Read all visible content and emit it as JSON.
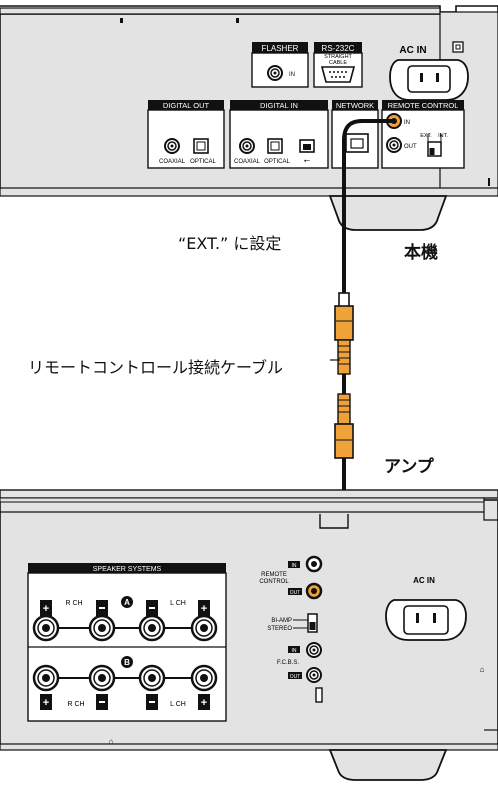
{
  "top_device": {
    "ac_in": "AC IN",
    "flasher": {
      "title": "FLASHER",
      "in": "IN"
    },
    "rs232c": {
      "title": "RS-232C",
      "sub1": "STRAIGHT",
      "sub2": "CABLE"
    },
    "digital_out": {
      "title": "DIGITAL OUT",
      "coaxial": "COAXIAL",
      "optical": "OPTICAL"
    },
    "digital_in": {
      "title": "DIGITAL IN",
      "coaxial": "COAXIAL",
      "optical": "OPTICAL"
    },
    "network": {
      "title": "NETWORK"
    },
    "remote_control": {
      "title": "REMOTE CONTROL",
      "in": "IN",
      "out": "OUT",
      "ext": "EXT.",
      "int": "INT."
    }
  },
  "labels": {
    "setting": "“EXT.”  に設定",
    "this_unit": "本機",
    "cable": "リモートコントロール接続ケーブル",
    "amp": "アンプ"
  },
  "amp_device": {
    "speaker_systems": "SPEAKER SYSTEMS",
    "r_ch": "R CH",
    "l_ch": "L CH",
    "a": "A",
    "b": "B",
    "remote_control_1": "REMOTE",
    "remote_control_2": "CONTROL",
    "in": "IN",
    "out": "OUT",
    "bi_amp": "BI-AMP",
    "stereo": "STEREO",
    "fcbs": "F.C.B.S.",
    "ac_in": "AC IN"
  },
  "colors": {
    "panel": "#e3e3e3",
    "line": "#1a1a1a",
    "plug": "#f0a23a"
  }
}
